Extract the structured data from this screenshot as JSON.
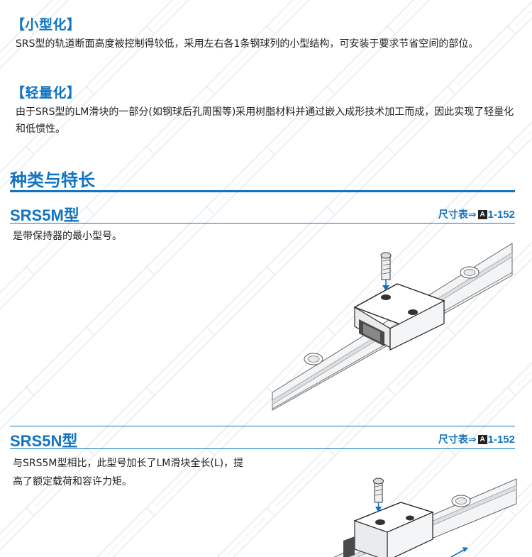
{
  "sections": [
    {
      "heading": "【小型化】",
      "text": "SRS型的轨道断面高度被控制得较低，采用左右各1条钢球列的小型结构，可安装于要求节省空间的部位。"
    },
    {
      "heading": "【轻量化】",
      "text": "由于SRS型的LM滑块的一部分(如钢球后孔周围等)采用树脂材料并通过嵌入成形技术加工而成，因此实现了轻量化和低惯性。"
    }
  ],
  "types_heading": "种类与特长",
  "models": [
    {
      "name": "SRS5M型",
      "ref_label": "尺寸表⇒",
      "ref_badge": "A",
      "ref_page": "1-152",
      "desc_lines": [
        "是带保持器的最小型号。"
      ]
    },
    {
      "name": "SRS5N型",
      "ref_label": "尺寸表⇒",
      "ref_badge": "A",
      "ref_page": "1-152",
      "desc_lines": [
        "与SRS5M型相比，此型号加长了LM滑块全长(L)，提",
        "高了额定载荷和容许力矩。"
      ]
    }
  ],
  "colors": {
    "accent": "#1173c1"
  }
}
